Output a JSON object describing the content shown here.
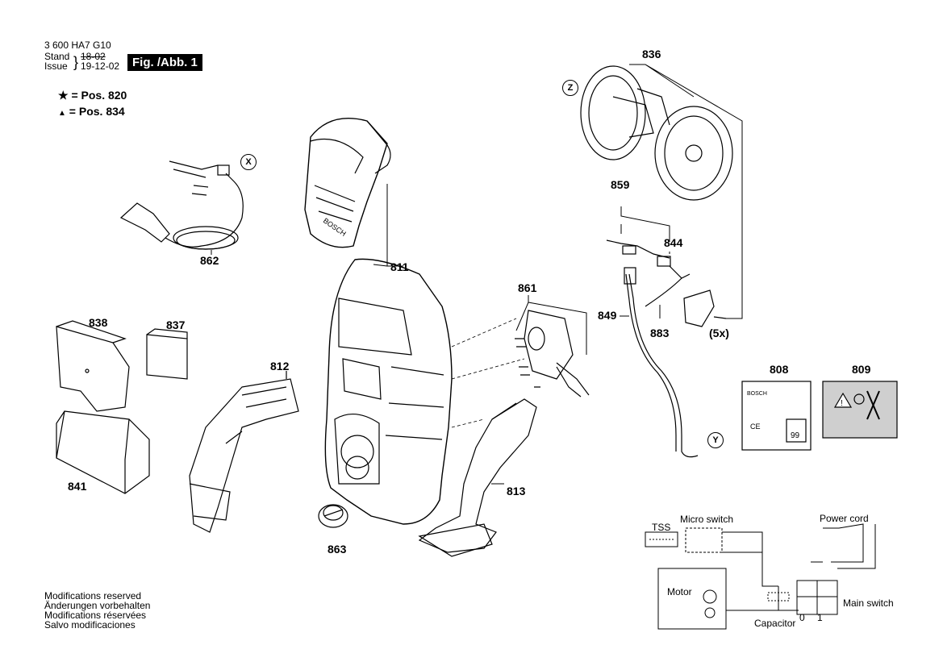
{
  "header": {
    "doc_number": "3 600 HA7 G10",
    "stand_label": "Stand",
    "issue_label": "Issue",
    "stand_value": "18-02",
    "issue_value": "19-12-02",
    "figure_label": "Fig. /Abb. 1"
  },
  "legend": {
    "star_line": "= Pos. 820",
    "triangle_line": "= Pos. 834"
  },
  "parts": {
    "p836": "836",
    "p859": "859",
    "p844": "844",
    "p861": "861",
    "p849": "849",
    "p883": "883",
    "p5x": "(5x)",
    "p811": "811",
    "p862": "862",
    "p838": "838",
    "p837": "837",
    "p812": "812",
    "p841": "841",
    "p863": "863",
    "p813": "813",
    "p808": "808",
    "p809": "809"
  },
  "callouts": {
    "x": "X",
    "y": "Y",
    "z": "Z"
  },
  "wiring": {
    "tss": "TSS",
    "micro_switch": "Micro switch",
    "power_cord": "Power cord",
    "motor": "Motor",
    "capacitor": "Capacitor",
    "main_switch": "Main switch",
    "pos0": "0",
    "pos1": "1"
  },
  "footer": {
    "line1": "Modifications reserved",
    "line2": "Änderungen vorbehalten",
    "line3": "Modifications réservées",
    "line4": "Salvo modificaciones"
  }
}
